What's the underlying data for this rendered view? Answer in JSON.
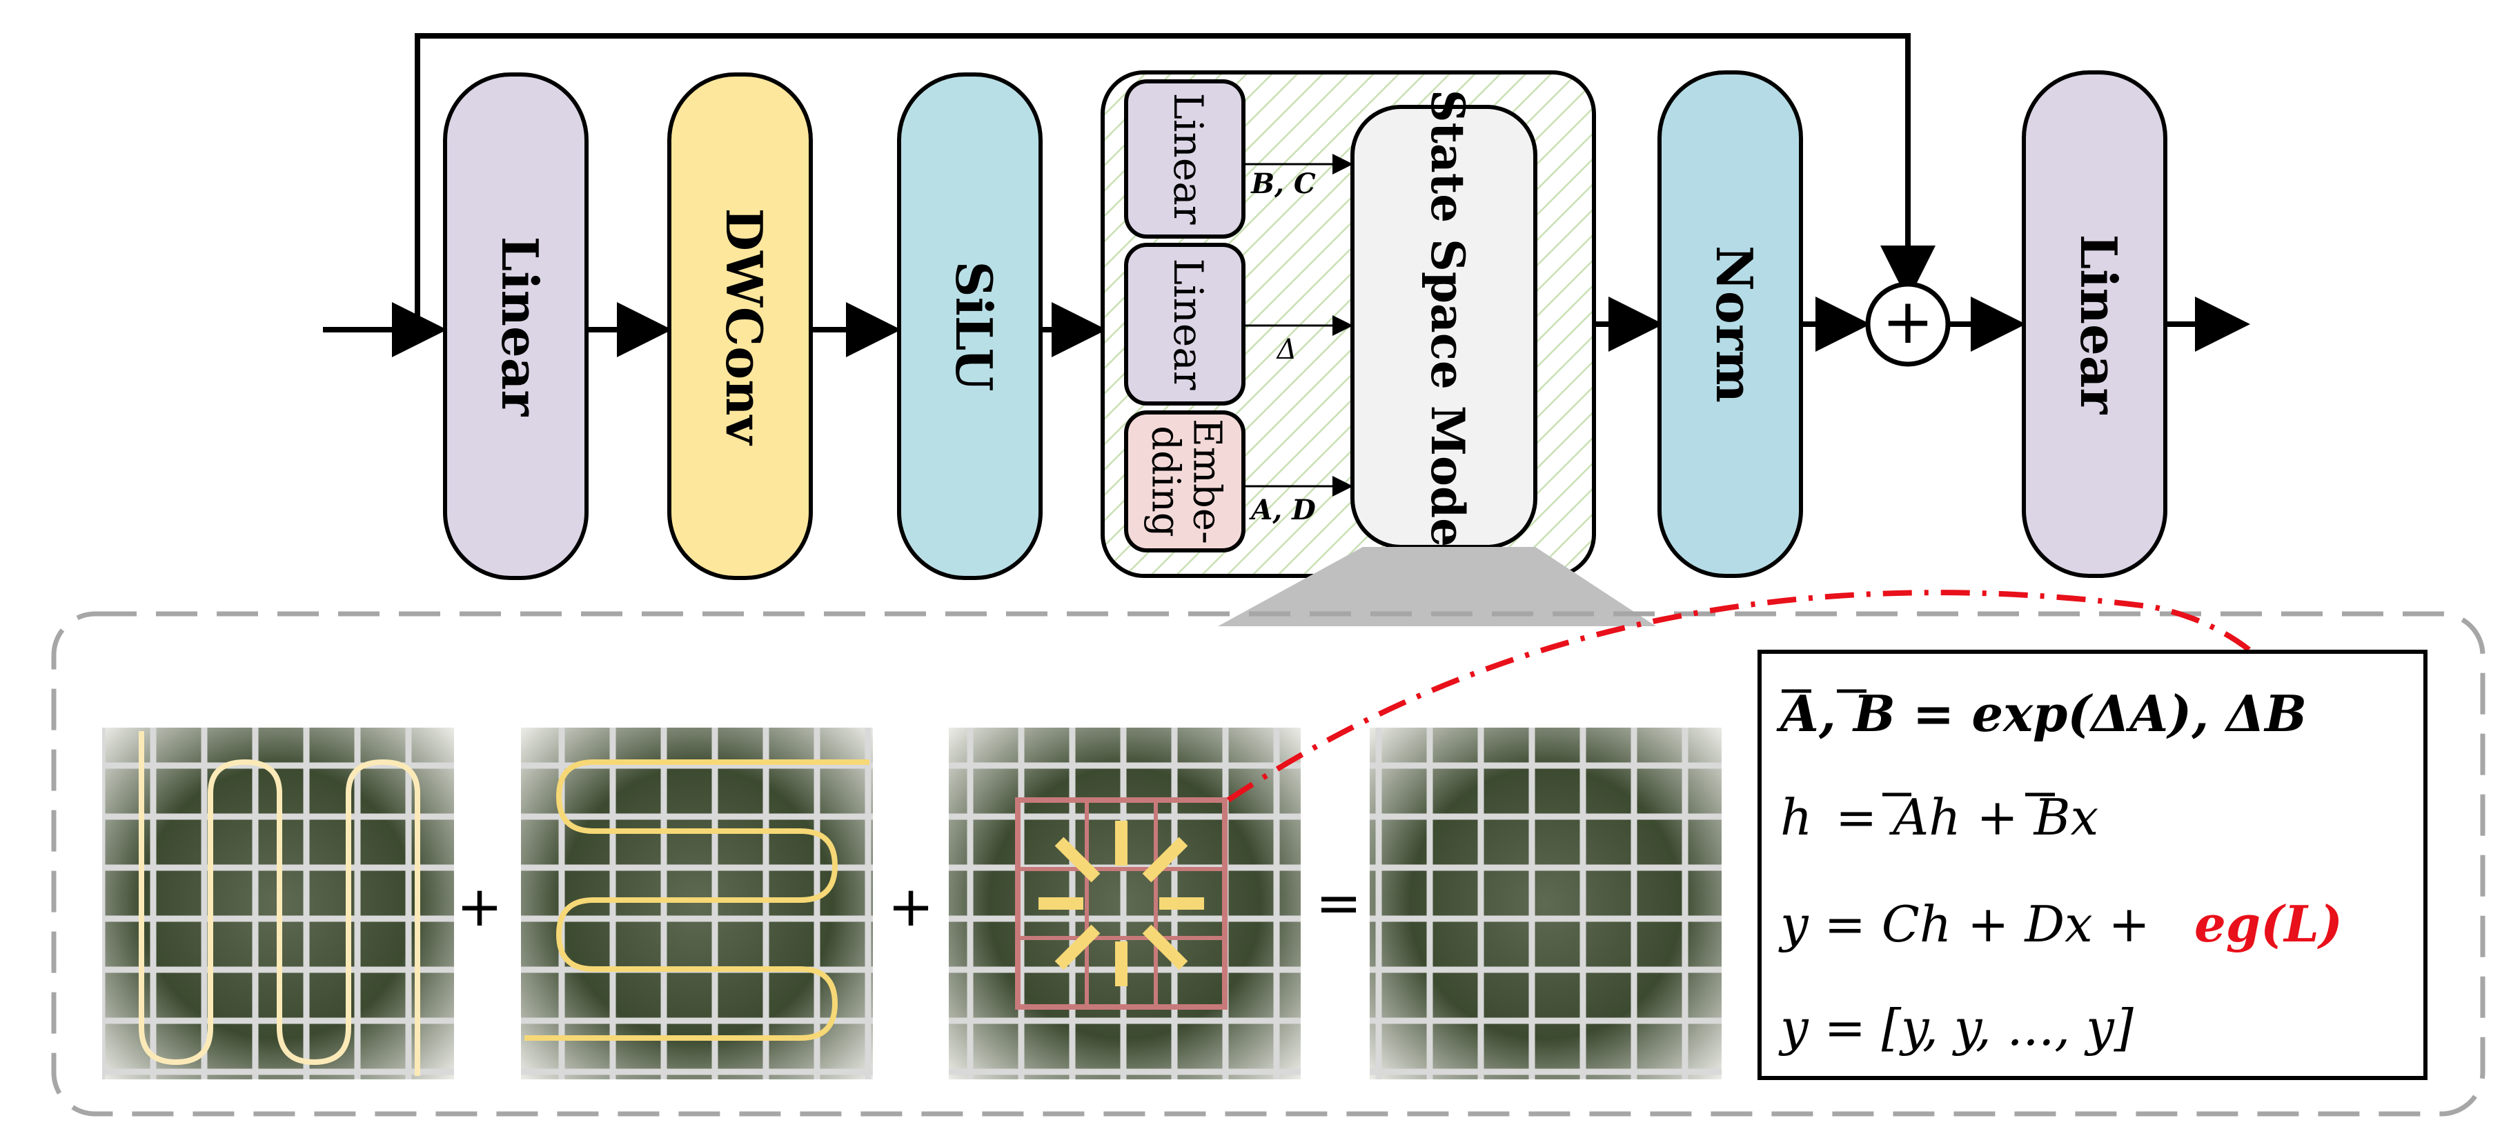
{
  "blocks": {
    "linear_in": "Linear",
    "dwconv": "DWConv",
    "silu": "SiLU",
    "ssm_linear_bc": "Linear",
    "ssm_linear_delta": "Linear",
    "ssm_embedding_line1": "Embe-",
    "ssm_embedding_line2": "dding",
    "ssm": "State Space Model",
    "norm": "Norm",
    "linear_out": "Linear"
  },
  "arrow_labels": {
    "bc": "B, C",
    "delta": "Δ",
    "ad": "A, D"
  },
  "operators": {
    "add_node": "+",
    "plus_1": "+",
    "plus_2": "+",
    "equals": "="
  },
  "formulas": {
    "line1": "A, B = exp(ΔA), ΔB",
    "line2_lhs": "h",
    "line2_rhs": "= Ah + Bx",
    "line3_prefix": "y = Ch + Dx +",
    "line3_red": "eg(L)",
    "line4": "y = [y, y, ..., y]"
  },
  "colors": {
    "linear": "#dcd5e6",
    "dwconv": "#fde79d",
    "silu": "#b9dfe6",
    "norm": "#b5dce6",
    "embedding": "#f3dad8",
    "ssm": "#f2f2f2",
    "hatch": "#c9e0b3",
    "dashed_border": "#a6a6a6",
    "red_curve": "#e8101a",
    "yellow_path": "#f6d876",
    "red_grid": "#c87a7a"
  }
}
